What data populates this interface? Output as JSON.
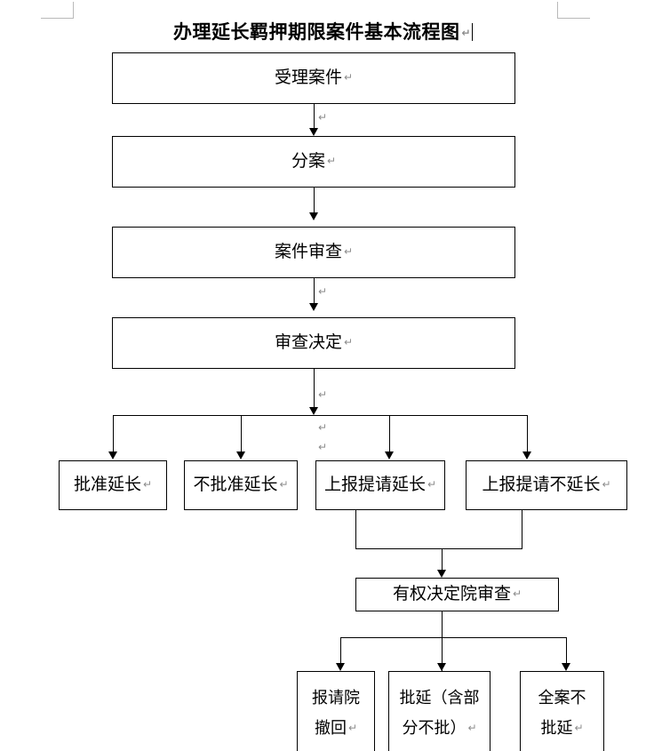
{
  "document": {
    "title": "办理延长羁押期限案件基本流程图",
    "paragraph_mark": "↵",
    "caret_visible": true
  },
  "flowchart": {
    "type": "flowchart",
    "orientation": "top-to-bottom",
    "nodes": [
      {
        "id": "n1",
        "label": "受理案件",
        "mark": "↵",
        "level": 1
      },
      {
        "id": "n2",
        "label": "分案",
        "mark": "↵",
        "level": 2
      },
      {
        "id": "n3",
        "label": "案件审查",
        "mark": "↵",
        "level": 3
      },
      {
        "id": "n4",
        "label": "审查决定",
        "mark": "↵",
        "level": 4
      },
      {
        "id": "n5",
        "label": "批准延长",
        "mark": "↵",
        "level": 5
      },
      {
        "id": "n6",
        "label": "不批准延长",
        "mark": "↵",
        "level": 5
      },
      {
        "id": "n7",
        "label": "上报提请延长",
        "mark": "↵",
        "level": 5
      },
      {
        "id": "n8",
        "label": "上报提请不延长",
        "mark": "↵",
        "level": 5
      },
      {
        "id": "n9",
        "label": "有权决定院审查",
        "mark": "↵",
        "level": 6
      },
      {
        "id": "n10",
        "label_line1": "报请院",
        "label_line2": "撤回",
        "mark": "↵",
        "level": 7
      },
      {
        "id": "n11",
        "label_line1": "批延（含部",
        "label_line2": "分不批）",
        "mark": "↵",
        "level": 7
      },
      {
        "id": "n12",
        "label_line1": "全案不",
        "label_line2": "批延",
        "mark": "↵",
        "level": 7
      }
    ],
    "edges": [
      {
        "from": "n1",
        "to": "n2"
      },
      {
        "from": "n2",
        "to": "n3"
      },
      {
        "from": "n3",
        "to": "n4"
      },
      {
        "from": "n4",
        "to": "n5"
      },
      {
        "from": "n4",
        "to": "n6"
      },
      {
        "from": "n4",
        "to": "n7"
      },
      {
        "from": "n4",
        "to": "n8"
      },
      {
        "from": "n7",
        "to": "n9"
      },
      {
        "from": "n8",
        "to": "n9"
      },
      {
        "from": "n9",
        "to": "n10"
      },
      {
        "from": "n9",
        "to": "n11"
      },
      {
        "from": "n9",
        "to": "n12"
      }
    ],
    "stray_paragraph_marks": [
      "↵",
      "↵",
      "↵",
      "↵",
      "↵",
      "↵"
    ],
    "colors": {
      "line": "#000000",
      "box_border": "#000000",
      "box_fill": "#ffffff",
      "text": "#000000",
      "paragraph_mark": "#8c8c8c",
      "margin_mark": "#b9b9b9"
    }
  }
}
